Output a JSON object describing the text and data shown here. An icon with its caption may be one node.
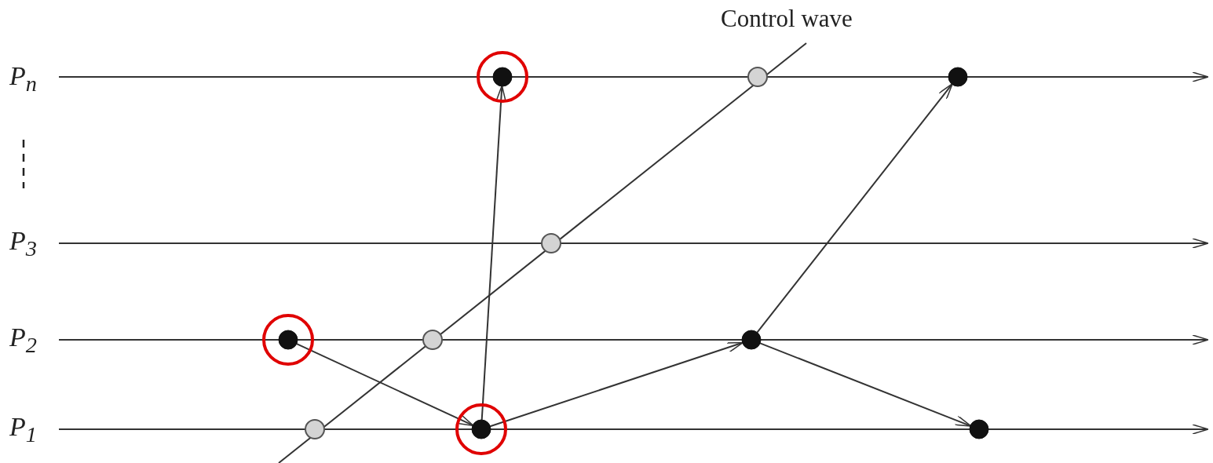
{
  "diagram": {
    "nodes": [
      {
        "text": [],
        "shape": "circle"
      },
      {
        "text": [],
        "shape": "circle"
      },
      {
        "text": [],
        "shape": "circle"
      },
      {
        "text": [],
        "shape": "circle"
      },
      {
        "text": [],
        "shape": "circle"
      },
      {
        "text": [],
        "shape": "circle"
      },
      {
        "text": [],
        "shape": "circle"
      },
      {
        "text": [],
        "shape": "circle"
      },
      {
        "text": [],
        "shape": "circle"
      },
      {
        "text": [],
        "shape": "circle"
      }
    ],
    "edges": [
      {
        "from": 4,
        "to": 8,
        "arrow": "to"
      },
      {
        "from": 8,
        "to": 0,
        "arrow": "to"
      },
      {
        "from": 8,
        "to": 6,
        "arrow": "to"
      },
      {
        "from": 6,
        "to": 2,
        "arrow": "to"
      },
      {
        "from": 6,
        "to": 9,
        "arrow": "to"
      }
    ],
    "labels": [
      "Control wave",
      "P$_{n}$",
      "P$_{3}$",
      "P$_{2}$",
      "P$_{1}$"
    ]
  }
}
